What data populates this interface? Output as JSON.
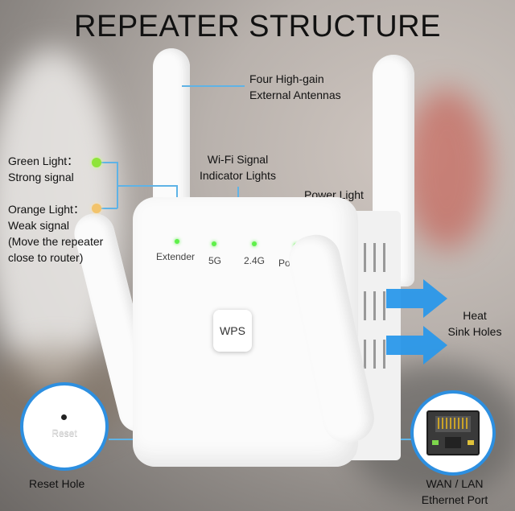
{
  "title": "REPEATER STRUCTURE",
  "labels": {
    "antennas": [
      "Four High-gain",
      "External Antennas"
    ],
    "green_light": [
      "Green Light：",
      "Strong signal"
    ],
    "orange_light": [
      "Orange Light：",
      "Weak signal",
      "(Move the repeater",
      "close to router)"
    ],
    "wifi_indicator": [
      "Wi-Fi Signal",
      "Indicator Lights"
    ],
    "power_light": "Power Light",
    "heat_sink": [
      "Heat",
      "Sink Holes"
    ],
    "reset_hole": "Reset Hole",
    "wan_lan": [
      "WAN / LAN",
      "Ethernet Port"
    ]
  },
  "device": {
    "extender": "Extender",
    "band_5g": "5G",
    "band_24g": "2.4G",
    "power": "Powe",
    "wps": "WPS",
    "reset": "Reset"
  },
  "colors": {
    "line": "#5fb3e6",
    "green": "#8fe43a",
    "orange": "#f2c36b",
    "arrow": "#2a98ea"
  }
}
